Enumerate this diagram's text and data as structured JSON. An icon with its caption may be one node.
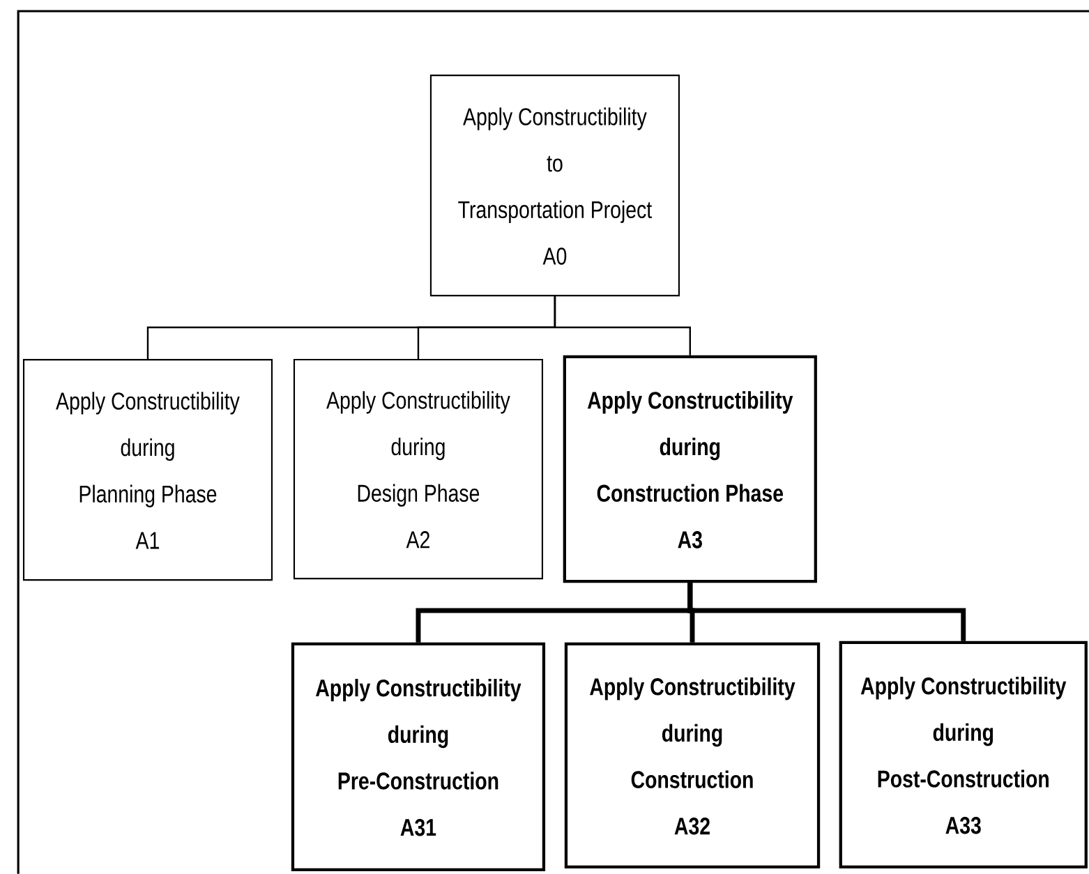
{
  "diagram": {
    "nodes": [
      {
        "text": [
          "Apply Constructibility",
          "to",
          "Transportation Project",
          "A0"
        ]
      },
      {
        "text": [
          "Apply Constructibility",
          "during",
          "Planning Phase",
          "A1"
        ]
      },
      {
        "text": [
          "Apply Constructibility",
          "during",
          "Design Phase",
          "A2"
        ]
      },
      {
        "text": [
          "Apply Constructibility",
          "during",
          "Construction Phase",
          "A3"
        ]
      },
      {
        "text": [
          "Apply Constructibility",
          "during",
          "Pre-Construction",
          "A31"
        ]
      },
      {
        "text": [
          "Apply Constructibility",
          "during",
          "Construction",
          "A32"
        ]
      },
      {
        "text": [
          "Apply Constructibility",
          "during",
          "Post-Construction",
          "A33"
        ]
      }
    ],
    "edges": [
      {
        "from": 0,
        "to": 1,
        "arrow": "none"
      },
      {
        "from": 0,
        "to": 2,
        "arrow": "none"
      },
      {
        "from": 0,
        "to": 3,
        "arrow": "none"
      },
      {
        "from": 3,
        "to": 4,
        "arrow": "none",
        "style": "thick"
      },
      {
        "from": 3,
        "to": 5,
        "arrow": "none",
        "style": "thick"
      },
      {
        "from": 3,
        "to": 6,
        "arrow": "none",
        "style": "thick"
      }
    ]
  }
}
